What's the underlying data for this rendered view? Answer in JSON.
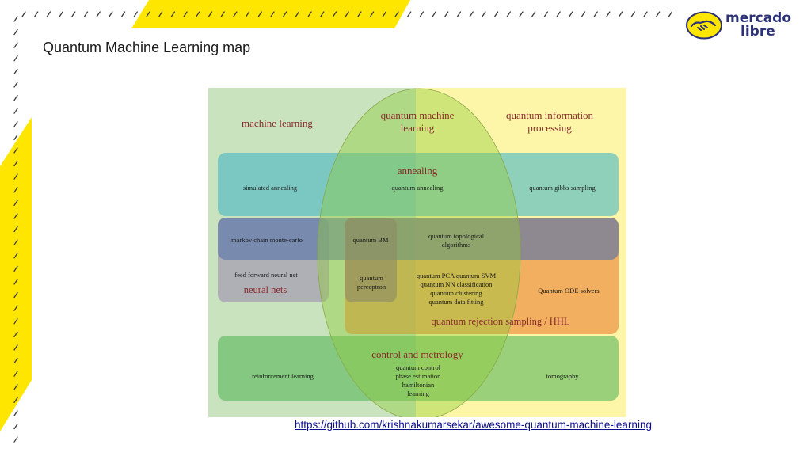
{
  "slide": {
    "title": "Quantum Machine Learning map",
    "link": "https://github.com/krishnakumarsekar/awesome-quantum-machine-learning",
    "colors": {
      "accent_yellow": "#ffe600",
      "logo_blue": "#2d3277",
      "link_blue": "#0b0f8c"
    }
  },
  "logo": {
    "line1": "mercado",
    "line2": "libre",
    "icon": "handshake-icon"
  },
  "diagram": {
    "regions": {
      "machine_learning": "machine learning",
      "qml_line1": "quantum machine",
      "qml_line2": "learning",
      "qip_line1": "quantum information",
      "qip_line2": "processing"
    },
    "bands": {
      "annealing": "annealing",
      "neural_nets": "neural nets",
      "rejection": "quantum rejection sampling / HHL",
      "control": "control and metrology"
    },
    "items": {
      "simulated_annealing": "simulated annealing",
      "quantum_annealing": "quantum annealing",
      "quantum_gibbs": "quantum gibbs sampling",
      "mcmc": "markov chain monte-carlo",
      "quantum_bm": "quantum BM",
      "qta_line1": "quantum topological",
      "qta_line2": "algorithms",
      "feed_forward": "feed forward neural net",
      "qp_line1": "quantum",
      "qp_line2": "perceptron",
      "qsvm": "quantum PCA quantum SVM",
      "qnn": "quantum NN classification",
      "qclust": "quantum clustering",
      "qfit": "quantum data fitting",
      "qode": "Quantum ODE solvers",
      "reinforcement": "reinforcement learning",
      "qcontrol": "quantum control",
      "phase": "phase estimation",
      "hamiltonian": "hamiltonian",
      "learning": "learning",
      "tomography": "tomography"
    }
  }
}
